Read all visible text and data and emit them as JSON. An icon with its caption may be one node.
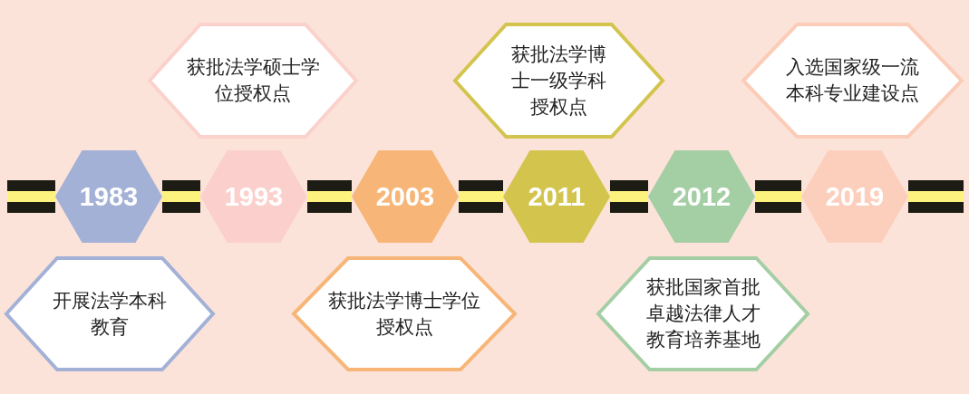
{
  "diagram": {
    "nodes": [
      {
        "text": [
          "获批法学硕士学位授权点"
        ]
      },
      {
        "text": [
          "获批法学博士一级学科授权点"
        ]
      },
      {
        "text": [
          "入选国家级一流本科专业建设点"
        ]
      },
      {
        "text": [
          "1983"
        ]
      },
      {
        "text": [
          "1993"
        ]
      },
      {
        "text": [
          "2003"
        ]
      },
      {
        "text": [
          "2011"
        ]
      },
      {
        "text": [
          "2012"
        ]
      },
      {
        "text": [
          "2019"
        ]
      },
      {
        "text": [
          "开展法学本科教育"
        ]
      },
      {
        "text": [
          "获批法学博士学位授权点"
        ]
      },
      {
        "text": [
          "获批国家首批卓越法律人才教育培养基地"
        ]
      }
    ],
    "edges": [
      {
        "from": 3,
        "to": 4,
        "arrow": "none"
      },
      {
        "from": 4,
        "to": 5,
        "arrow": "none"
      },
      {
        "from": 5,
        "to": 6,
        "arrow": "none"
      },
      {
        "from": 6,
        "to": 7,
        "arrow": "none"
      },
      {
        "from": 7,
        "to": 8,
        "arrow": "none"
      }
    ]
  }
}
